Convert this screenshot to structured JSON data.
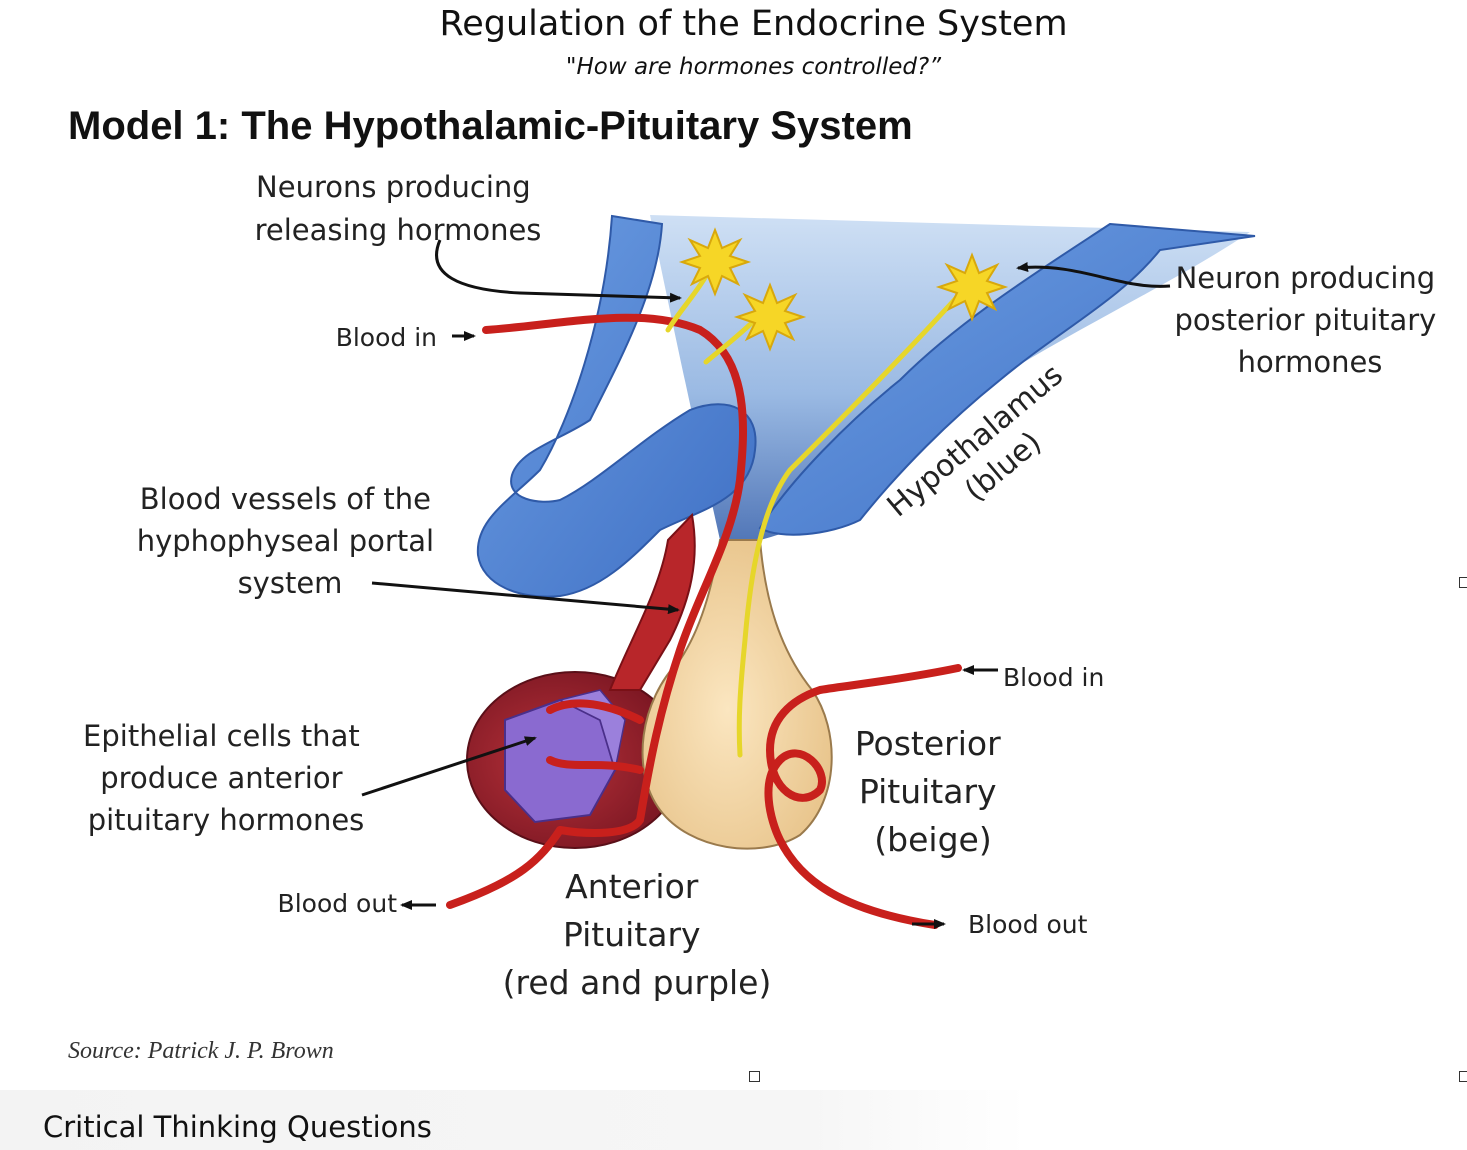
{
  "header": {
    "title": "Regulation of the Endocrine System",
    "subtitle": "\"How are hormones controlled?”"
  },
  "model": {
    "title": "Model 1: The Hypothalamic-Pituitary System"
  },
  "labels": {
    "neurons_releasing": [
      "Neurons producing",
      "releasing hormones"
    ],
    "blood_in_left": "Blood in",
    "neuron_posterior": [
      "Neuron producing",
      "posterior pituitary",
      "hormones"
    ],
    "hypothalamus": [
      "Hypothalamus",
      "(blue)"
    ],
    "portal_system": [
      "Blood vessels of the",
      "hyphophyseal portal",
      "system"
    ],
    "blood_in_right": "Blood in",
    "posterior_pituitary": [
      "Posterior",
      "Pituitary",
      "(beige)"
    ],
    "epithelial_cells": [
      "Epithelial cells that",
      "produce anterior",
      "pituitary hormones"
    ],
    "blood_out_left": "Blood out",
    "blood_out_right": "Blood out",
    "anterior_pituitary": [
      "Anterior",
      "Pituitary",
      "(red and purple)"
    ]
  },
  "colors": {
    "hypothalamus_blue": "#5b8fd6",
    "vessel_red": "#c8201c",
    "posterior_beige": "#f3d6a4",
    "anterior_purple": "#8a6ad0",
    "neuron_yellow": "#f6e23a"
  },
  "source": "Source: Patrick J. P. Brown",
  "footer": {
    "section_heading": "Critical Thinking Questions"
  }
}
